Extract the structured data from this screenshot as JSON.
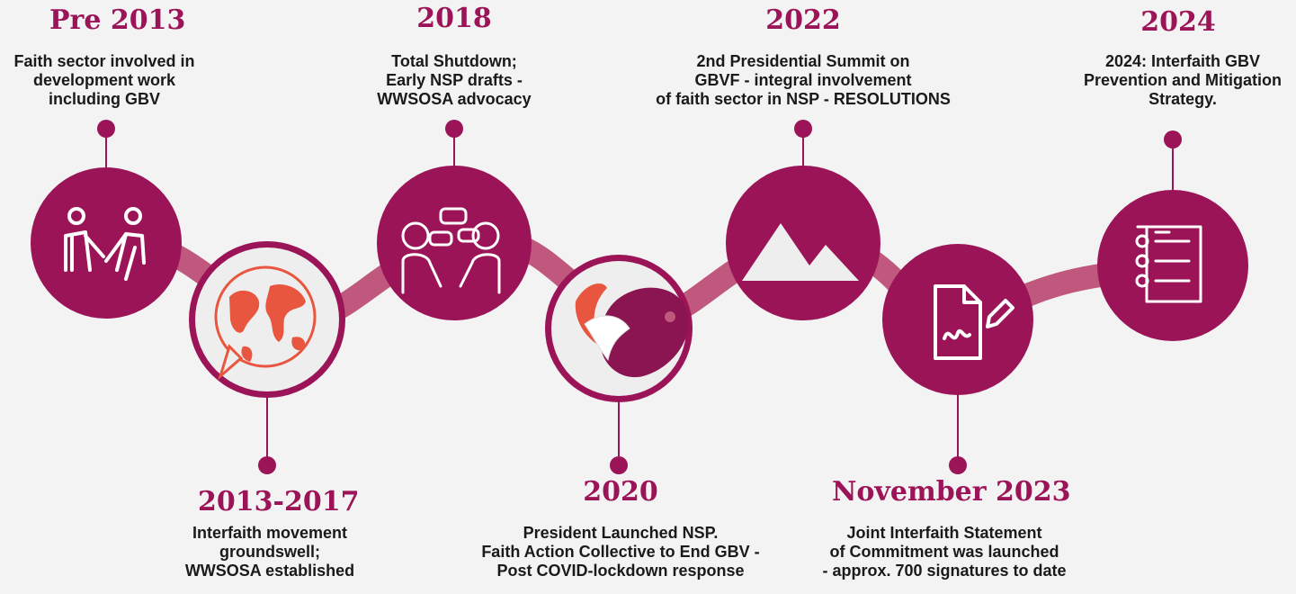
{
  "colors": {
    "primary": "#9c1458",
    "ribbon": "#c0587d",
    "white_circle": "#eeeeee",
    "background": "#f3f3f3"
  },
  "milestones": [
    {
      "year": "Pre 2013",
      "text": "Faith sector involved in\ndevelopment work\nincluding GBV",
      "icon": "people-walking-icon"
    },
    {
      "year": "2013-2017",
      "text": "Interfaith movement\ngroundswell;\nWWSOSA established",
      "icon": "world-speech-bubble-icon"
    },
    {
      "year": "2018",
      "text": "Total Shutdown;\nEarly NSP drafts -\nWWSOSA advocacy",
      "icon": "people-talking-icon"
    },
    {
      "year": "2020",
      "text": "President Launched NSP.\nFaith Action Collective to End GBV -\nPost COVID-lockdown response",
      "icon": "dove-south-africa-map-icon"
    },
    {
      "year": "2022",
      "text": "2nd Presidential Summit on\nGBVF - integral  involvement\nof faith sector in NSP - RESOLUTIONS",
      "icon": "mountain-icon"
    },
    {
      "year": "November 2023",
      "text": "Joint Interfaith Statement\nof Commitment was launched\n- approx. 700 signatures to date",
      "icon": "signed-document-icon"
    },
    {
      "year": "2024",
      "text": "2024: Interfaith GBV\nPrevention and Mitigation\nStrategy.",
      "icon": "checklist-document-icon"
    }
  ]
}
